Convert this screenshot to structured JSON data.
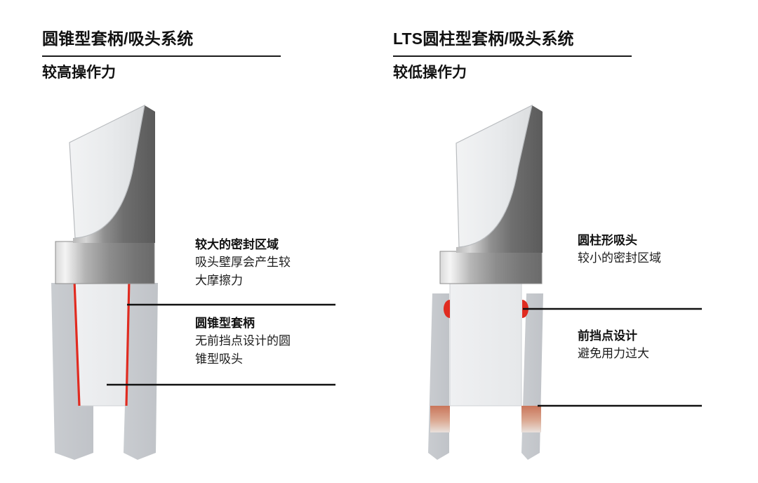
{
  "panels": [
    {
      "id": "conical",
      "title": "圆锥型套柄/吸头系统",
      "subtitle": "较高操作力",
      "annotations": [
        {
          "heading": "较大的密封区域",
          "lines": [
            "吸头壁厚会产生较",
            "大摩擦力"
          ]
        },
        {
          "heading": "圆锥型套柄",
          "lines": [
            "无前挡点设计的圆",
            "锥型吸头"
          ]
        }
      ]
    },
    {
      "id": "lts-cylindrical",
      "title": "LTS圆柱型套柄/吸头系统",
      "subtitle": "较低操作力",
      "annotations": [
        {
          "heading": "圆柱形吸头",
          "lines": [
            "较小的密封区域"
          ]
        },
        {
          "heading": "前挡点设计",
          "lines": [
            "避免用力过大"
          ]
        }
      ]
    }
  ],
  "colors": {
    "rule": "#1b1b1b",
    "leader_line": "#111111",
    "text": "#111111",
    "seal_red": "#e02b20",
    "stop_orange": "#cf7a5e",
    "metal_light": "#fdfdfd",
    "metal_dark": "#5d5d5d",
    "tip_grey": "#c6c9cd",
    "tip_inner": "#eceef0"
  }
}
